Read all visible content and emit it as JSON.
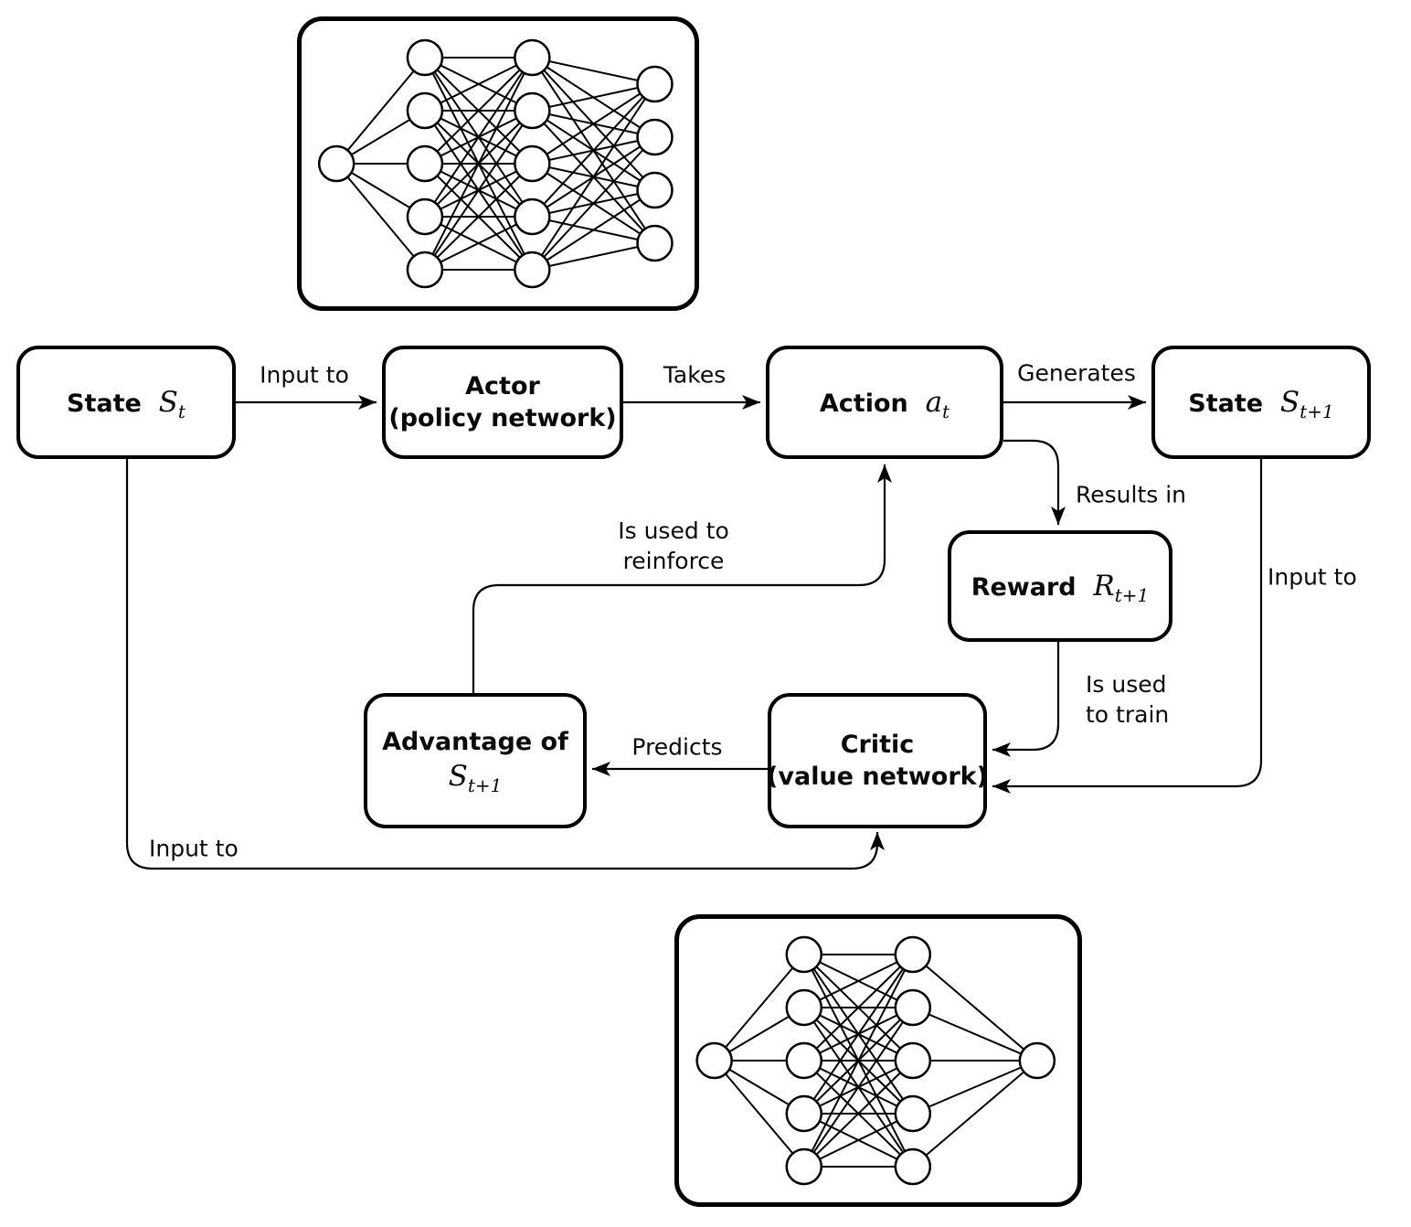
{
  "diagram": {
    "background_color": "#ffffff",
    "stroke_color": "#000000",
    "boxes": {
      "state_t": {
        "title": "State",
        "math": "S",
        "sub": "t"
      },
      "actor": {
        "line1": "Actor",
        "line2": "(policy network)"
      },
      "action": {
        "title": "Action",
        "math": "a",
        "sub": "t"
      },
      "state_t1": {
        "title": "State",
        "math": "S",
        "sub": "t+1"
      },
      "reward": {
        "title": "Reward",
        "math": "R",
        "sub": "t+1"
      },
      "advantage": {
        "line1": "Advantage of",
        "math": "S",
        "sub": "t+1"
      },
      "critic": {
        "line1": "Critic",
        "line2": "(value network)"
      }
    },
    "edge_labels": {
      "input_to_actor": "Input to",
      "takes": "Takes",
      "generates": "Generates",
      "results_in": "Results in",
      "input_to_critic_from_state_t1": "Input to",
      "train_line1": "Is used",
      "train_line2": "to train",
      "reinforce_line1": "Is used to",
      "reinforce_line2": "reinforce",
      "predicts": "Predicts",
      "input_to_critic_from_state_t": "Input to"
    },
    "neural_networks": [
      {
        "id": "actor-network",
        "layers": [
          1,
          5,
          5,
          4
        ]
      },
      {
        "id": "critic-network",
        "layers": [
          1,
          5,
          5,
          1
        ]
      }
    ]
  }
}
